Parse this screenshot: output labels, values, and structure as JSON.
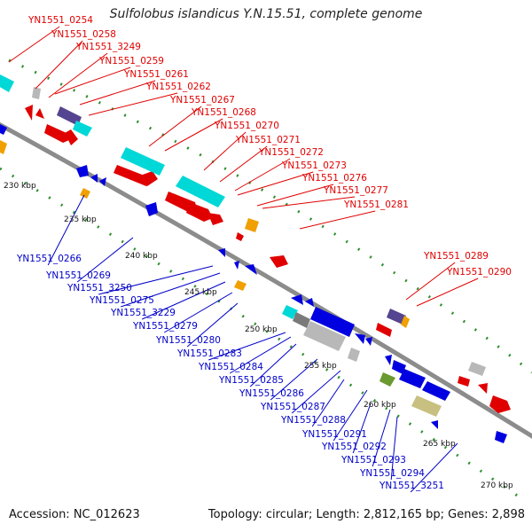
{
  "title": "Sulfolobus islandicus Y.N.15.51, complete genome",
  "footer": {
    "accession": "Accession: NC_012623",
    "topology": "Topology: circular; Length: 2,812,165 bp; Genes: 2,898"
  },
  "colors": {
    "forward_label": "#e00000",
    "reverse_label": "#0000c8",
    "backbone": "#8c8c8c",
    "tick": "#2f8f2f"
  },
  "scale_ticks": [
    "230 kbp",
    "235 kbp",
    "240 kbp",
    "245 kbp",
    "250 kbp",
    "255 kbp",
    "260 kbp",
    "265 kbp",
    "270 kbp"
  ],
  "forward_labels": [
    "YN1551_0254",
    "YN1551_0258",
    "YN1551_3249",
    "YN1551_0259",
    "YN1551_0261",
    "YN1551_0262",
    "YN1551_0267",
    "YN1551_0268",
    "YN1551_0270",
    "YN1551_0271",
    "YN1551_0272",
    "YN1551_0273",
    "YN1551_0276",
    "YN1551_0277",
    "YN1551_0281",
    "YN1551_0289",
    "YN1551_0290"
  ],
  "reverse_labels": [
    "YN1551_0266",
    "YN1551_0269",
    "YN1551_3250",
    "YN1551_0275",
    "YN1551_3229",
    "YN1551_0279",
    "YN1551_0280",
    "YN1551_0283",
    "YN1551_0284",
    "YN1551_0285",
    "YN1551_0286",
    "YN1551_0287",
    "YN1551_0288",
    "YN1551_0291",
    "YN1551_0292",
    "YN1551_0293",
    "YN1551_0294",
    "YN1551_3251"
  ]
}
